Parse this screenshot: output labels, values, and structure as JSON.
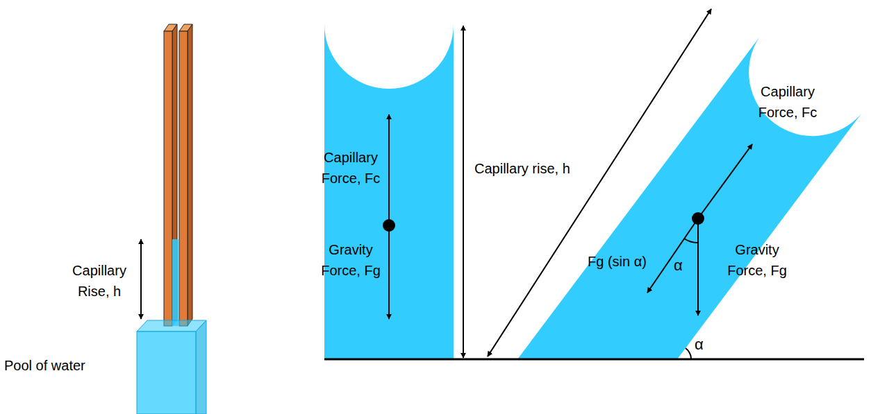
{
  "diagram": {
    "labels": [
      "Capillary Rise, h",
      "Pool of water",
      "Capillary Force, Fc",
      "Gravity Force, Fg",
      "Capillary rise, h",
      "Capillary Force, Fc",
      "Fg (sin α)",
      "α",
      "Gravity Force, Fg",
      "α"
    ]
  }
}
